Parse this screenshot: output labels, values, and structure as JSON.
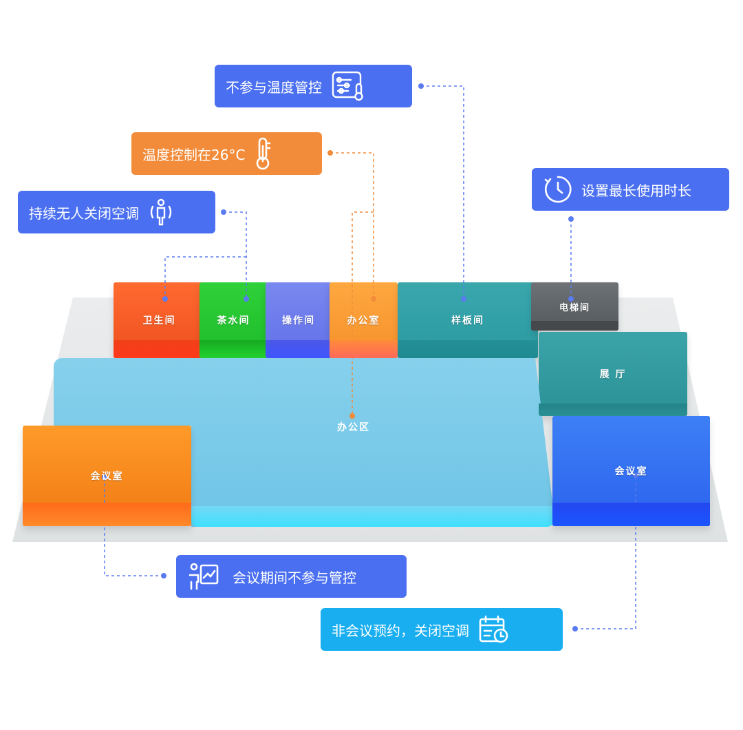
{
  "rooms": {
    "washroom": "卫生间",
    "tea_room": "茶水间",
    "operation_room": "操作间",
    "office": "办公室",
    "sample_room": "样板间",
    "elevator_room": "电梯间",
    "exhibition_hall": "展 厅",
    "meeting_room_right": "会议室",
    "meeting_room_left": "会议室",
    "office_area": "办公区"
  },
  "callouts": {
    "temp_exempt": {
      "label": "不参与温度管控",
      "icon": "temperature-settings-icon"
    },
    "temp_control": {
      "label": "温度控制在26°C",
      "icon": "thermometer-icon"
    },
    "unoccupied_off": {
      "label": "持续无人关闭空调",
      "icon": "person-sensor-icon"
    },
    "max_time": {
      "label": "设置最长使用时长",
      "icon": "timer-icon"
    },
    "meeting_exempt": {
      "label": "会议期间不参与管控",
      "icon": "presentation-icon"
    },
    "no_booking_off": {
      "label": "非会议预约，关闭空调",
      "icon": "calendar-clock-icon"
    }
  },
  "colors": {
    "callout_blue": "#4a6ff0",
    "callout_orange": "#f28c3a",
    "callout_cyan": "#18aef0",
    "connector_blue": "#5a7cf0",
    "connector_orange": "#f28c3a"
  }
}
